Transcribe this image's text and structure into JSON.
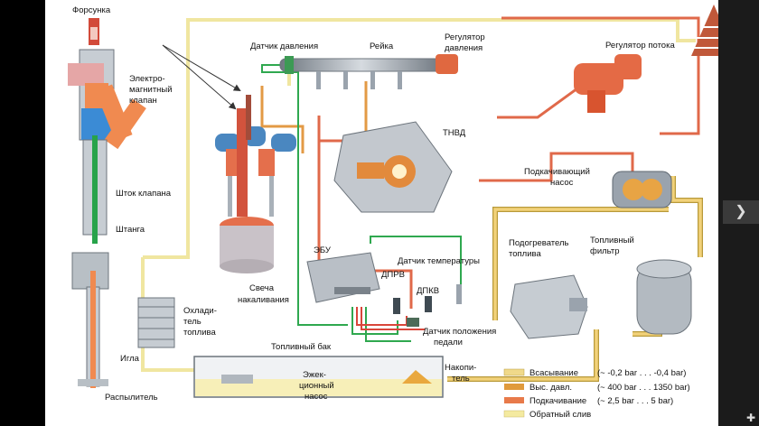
{
  "labels": {
    "injector": "Форсунка",
    "solenoid_1": "Электро-",
    "solenoid_2": "магнитный",
    "solenoid_3": "клапан",
    "valve_stem": "Шток клапана",
    "rod": "Штанга",
    "needle": "Игла",
    "nozzle": "Распылитель",
    "pressure_sensor": "Датчик давления",
    "rail": "Рейка",
    "pressure_regulator_1": "Регулятор",
    "pressure_regulator_2": "давления",
    "flow_regulator": "Регулятор потока",
    "hp_pump": "ТНВД",
    "feed_pump_1": "Подкачивающий",
    "feed_pump_2": "насос",
    "fuel_heater_1": "Подогреватель",
    "fuel_heater_2": "топлива",
    "fuel_filter_1": "Топливный",
    "fuel_filter_2": "фильтр",
    "glow_plug_1": "Свеча",
    "glow_plug_2": "накаливания",
    "ecu": "ЭБУ",
    "temp_sensor": "Датчик температуры",
    "dprv": "ДПРВ",
    "dpkv": "ДПКВ",
    "pedal_sensor_1": "Датчик положения",
    "pedal_sensor_2": "педали",
    "cooler_1": "Охлади-",
    "cooler_2": "тель",
    "cooler_3": "топлива",
    "fuel_tank": "Топливный бак",
    "jet_pump_1": "Эжек-",
    "jet_pump_2": "ционный",
    "jet_pump_3": "насос",
    "accumulator_1": "Накопи-",
    "accumulator_2": "тель"
  },
  "legend": [
    {
      "name": "Всасывание",
      "range": "(~ -0,2 bar . . . -0,4 bar)",
      "color": "#f0d98a"
    },
    {
      "name": "Выс. давл.",
      "range": "(~ 400 bar . . . 1350 bar)",
      "color": "#e09a3c"
    },
    {
      "name": "Подкачивание",
      "range": "(~ 2,5 bar . . . 5 bar)",
      "color": "#e87a4a"
    },
    {
      "name": "Обратный слив",
      "range": "",
      "color": "#f4eaa0"
    }
  ],
  "colors": {
    "suction": "#f0d98a",
    "high_pressure": "#e09a3c",
    "feed": "#e87a4a",
    "return": "#f4eaa0",
    "signal_green": "#2fa84f",
    "signal_red": "#d9463a",
    "metal": "#9aa3ad",
    "logo": "#c0583a"
  },
  "nav": {
    "next_icon": "chevron-right-icon",
    "corner_icon": "expand-icon"
  }
}
